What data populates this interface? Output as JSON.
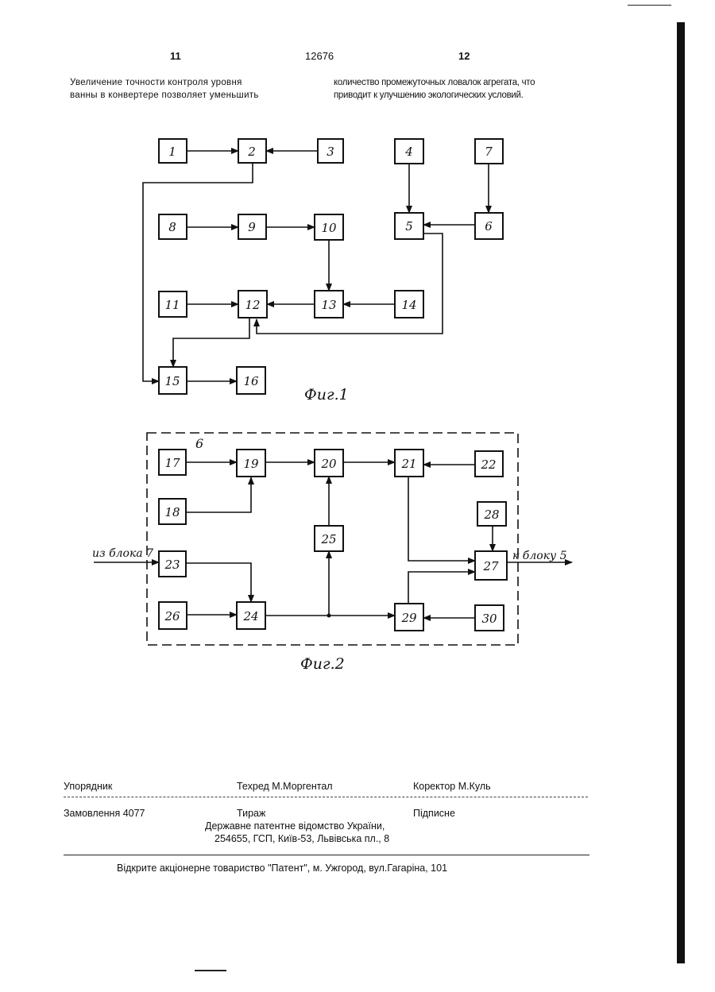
{
  "header": {
    "left_page_number": "11",
    "patent_number": "12676",
    "right_page_number": "12"
  },
  "text": {
    "left_column_line1": "Увеличение точности контроля уровня",
    "left_column_line2": "ванны в конвертере позволяет уменьшить",
    "right_column_line1": "количество промежуточных ловалок агрегата, что",
    "right_column_line2": "приводит к улучшению экологических условий."
  },
  "fig1": {
    "caption": "Фиг.1",
    "blocks": [
      "1",
      "2",
      "3",
      "4",
      "5",
      "6",
      "7",
      "8",
      "9",
      "10",
      "11",
      "12",
      "13",
      "14",
      "15",
      "16"
    ]
  },
  "fig2": {
    "caption": "Фиг.2",
    "frame_label": "6",
    "input_label": "из блока 7",
    "output_label": "к блоку 5",
    "blocks": [
      "17",
      "18",
      "19",
      "20",
      "21",
      "22",
      "23",
      "24",
      "25",
      "26",
      "27",
      "28",
      "29",
      "30"
    ]
  },
  "footer": {
    "compiler": "Упорядник",
    "tech_editor": "Техред М.Моргентал",
    "corrector": "Коректор  М.Куль",
    "order": "Замовлення 4077",
    "circulation": "Тираж",
    "subscription": "Підписне",
    "office_line1": "Державне патентне відомство України,",
    "office_line2": "254655, ГСП, Київ-53, Львівська пл., 8",
    "publisher": "Відкрите акціонерне товариство   \"Патент\", м. Ужгород, вул.Гагаріна, 101"
  }
}
